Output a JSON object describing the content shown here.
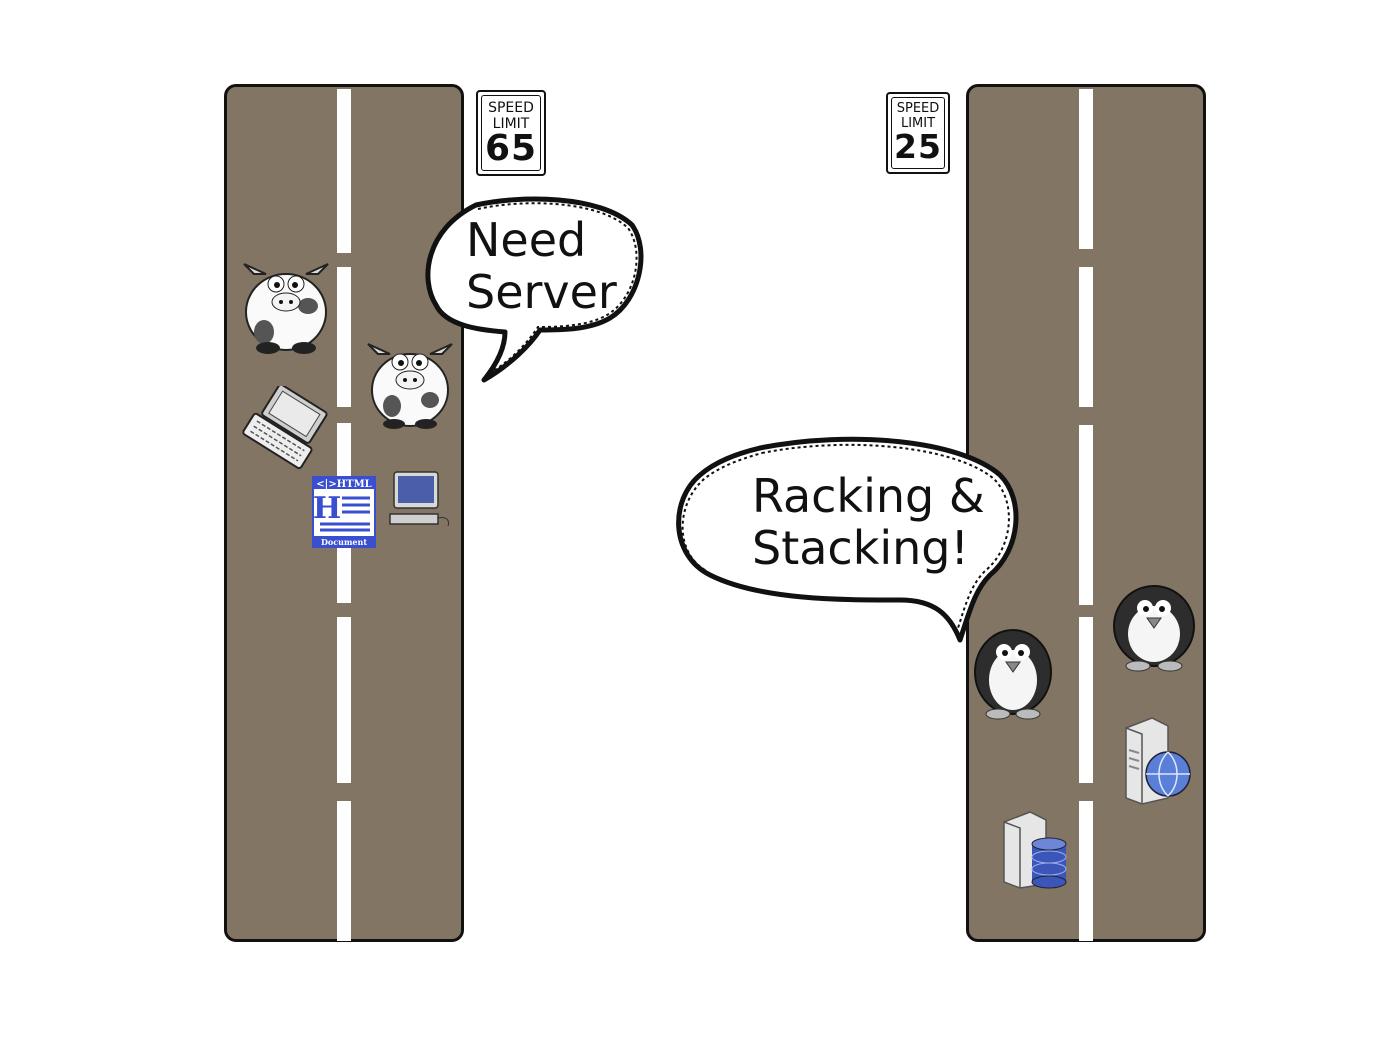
{
  "signs": {
    "left": {
      "top": "SPEED",
      "middle": "LIMIT",
      "number": "65"
    },
    "right": {
      "top": "SPEED",
      "middle": "LIMIT",
      "number": "25"
    }
  },
  "bubbles": {
    "left": {
      "line1": "Need",
      "line2": "Server"
    },
    "right": {
      "line1": "Racking &",
      "line2": "Stacking!"
    }
  },
  "html_doc_icon": {
    "header": "<|>HTML",
    "letter": "H",
    "footer": "Document"
  },
  "colors": {
    "road": "#827563",
    "lane_mark": "#ffffff",
    "border": "#111111",
    "doc_blue": "#3a4fd0"
  }
}
